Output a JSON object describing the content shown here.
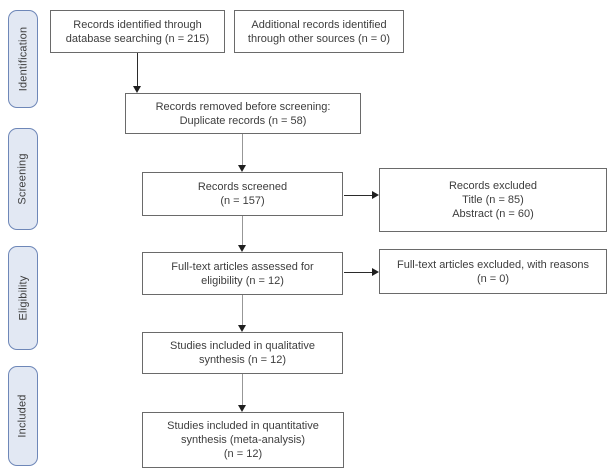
{
  "diagram_type": "prisma-flow-diagram",
  "colors": {
    "stage_fill": "#e2e8f3",
    "stage_border": "#6e87b8",
    "box_border": "#6a6a6a",
    "text": "#3d3d3d",
    "connector_gray": "#979797",
    "connector_dark": "#2b2b2b"
  },
  "stages": [
    {
      "label": "Identification"
    },
    {
      "label": "Screening"
    },
    {
      "label": "Eligibility"
    },
    {
      "label": "Included"
    }
  ],
  "boxes": {
    "identified": {
      "lines": [
        "Records identified through",
        "database searching (n = 215)"
      ]
    },
    "additional": {
      "lines": [
        "Additional records identified",
        "through other sources (n = 0)"
      ]
    },
    "removed": {
      "lines": [
        "Records removed before screening:",
        "Duplicate records (n = 58)"
      ]
    },
    "screened": {
      "lines": [
        "Records screened",
        "(n = 157)"
      ]
    },
    "records_excluded": {
      "lines": [
        "Records excluded",
        "Title (n = 85)",
        "Abstract (n = 60)"
      ]
    },
    "fulltext_assessed": {
      "lines": [
        "Full-text articles assessed for",
        "eligibility (n = 12)"
      ]
    },
    "fulltext_excluded": {
      "lines": [
        "Full-text articles excluded, with reasons",
        "(n = 0)"
      ]
    },
    "qualitative": {
      "lines": [
        "Studies included in qualitative",
        "synthesis (n = 12)"
      ]
    },
    "quantitative": {
      "lines": [
        "Studies included in quantitative",
        "synthesis (meta-analysis)",
        "(n = 12)"
      ]
    }
  }
}
